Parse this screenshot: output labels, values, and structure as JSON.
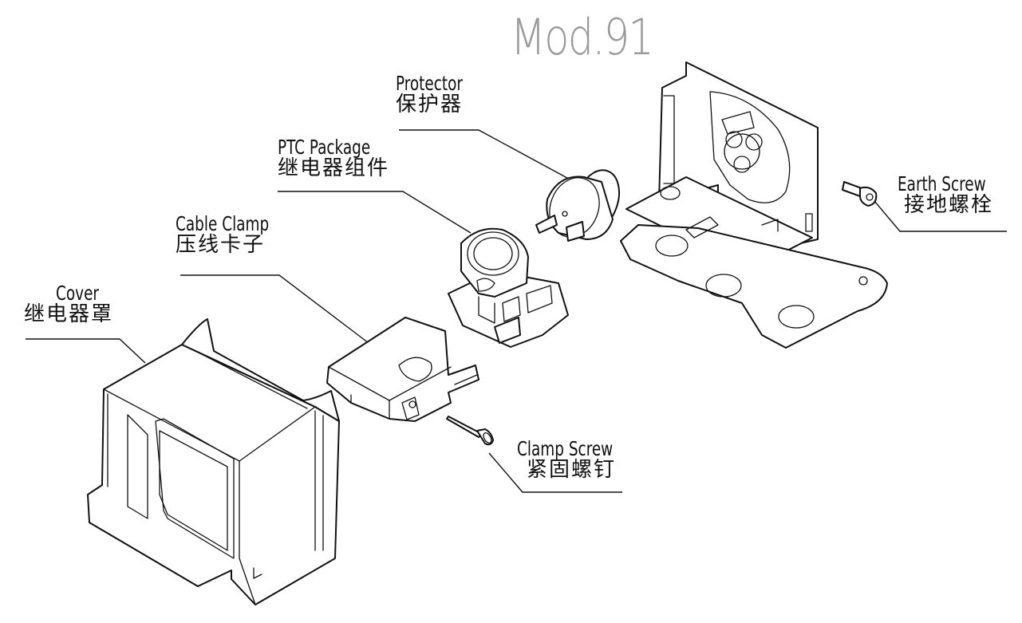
{
  "title": "Mod.91",
  "labels": {
    "protector": {
      "en": "Protector",
      "zh": "保护器"
    },
    "ptc": {
      "en": "PTC Package",
      "zh": "继电器组件"
    },
    "cable_clamp": {
      "en": "Cable Clamp",
      "zh": "压线卡子"
    },
    "cover": {
      "en": "Cover",
      "zh": "继电器罩"
    },
    "earth_screw": {
      "en": "Earth Screw",
      "zh": "接地螺栓"
    },
    "clamp_screw": {
      "en": "Clamp Screw",
      "zh": "紧固螺钉"
    }
  }
}
